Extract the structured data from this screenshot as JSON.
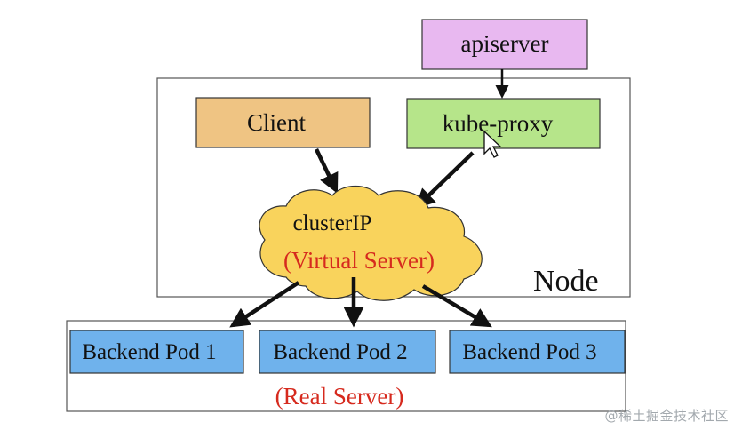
{
  "diagram": {
    "nodes": {
      "apiserver": "apiserver",
      "client": "Client",
      "kube_proxy": "kube-proxy",
      "cluster_ip": "clusterIP",
      "virtual_server": "(Virtual Server)",
      "node": "Node",
      "backend_pod_1": "Backend Pod 1",
      "backend_pod_2": "Backend Pod 2",
      "backend_pod_3": "Backend Pod 3",
      "real_server": "(Real Server)"
    },
    "colors": {
      "apiserver_fill": "#e8b8f0",
      "client_fill": "#efc483",
      "kube_proxy_fill": "#b6e58a",
      "cloud_fill": "#f9d35c",
      "pod_fill": "#6fb2ec",
      "accent_red": "#d62a1e",
      "frame_stroke": "#555555",
      "arrow": "#111111"
    },
    "edges": [
      {
        "from": "apiserver",
        "to": "kube-proxy"
      },
      {
        "from": "Client",
        "to": "clusterIP"
      },
      {
        "from": "kube-proxy",
        "to": "clusterIP"
      },
      {
        "from": "clusterIP",
        "to": "Backend Pod 1"
      },
      {
        "from": "clusterIP",
        "to": "Backend Pod 2"
      },
      {
        "from": "clusterIP",
        "to": "Backend Pod 3"
      }
    ]
  },
  "watermark": "@稀土掘金技术社区"
}
